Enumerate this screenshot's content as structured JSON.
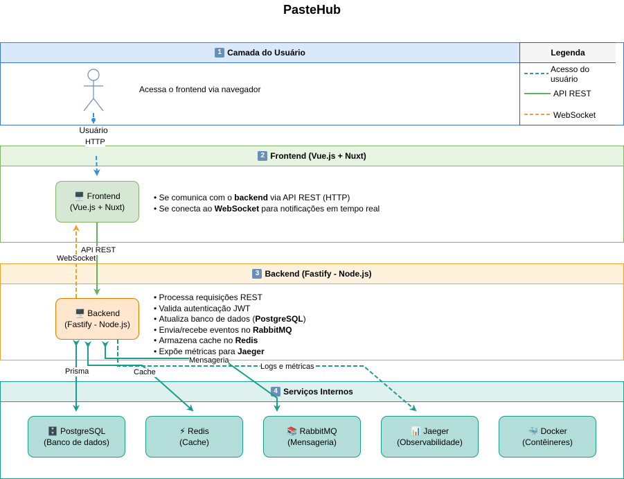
{
  "title": "PasteHub",
  "colors": {
    "rest": "#5fb55f",
    "access": "#2f8fe0",
    "websocket": "#f0a030",
    "internal": "#1a9e8c",
    "user_layer_border": "#3f78d2",
    "user_layer_head": "#dae8fc"
  },
  "layers": {
    "user": {
      "number": "1",
      "label": "Camada do Usuário",
      "note": "Acessa o frontend via navegador"
    },
    "frontend": {
      "number": "2",
      "label": "Frontend (Vue.js + Nuxt)"
    },
    "backend": {
      "number": "3",
      "label": "Backend (Fastify - Node.js)"
    },
    "services": {
      "number": "4",
      "label": "Serviços Internos"
    }
  },
  "actor": {
    "label": "Usuário",
    "icon": "person-icon"
  },
  "legend": {
    "title": "Legenda",
    "items": {
      "access": "Acesso do usuário",
      "rest": "API REST",
      "websocket": "WebSocket"
    }
  },
  "nodes": {
    "frontend": {
      "icon": "🖥️",
      "line1": "Frontend",
      "line2": "(Vue.js + Nuxt)"
    },
    "backend": {
      "icon": "🖥️",
      "line1": "Backend",
      "line2": "(Fastify - Node.js)"
    },
    "postgres": {
      "icon": "🗄️",
      "line1": "PostgreSQL",
      "line2": "(Banco de dados)"
    },
    "redis": {
      "icon": "⚡",
      "line1": "Redis",
      "line2": "(Cache)"
    },
    "rabbitmq": {
      "icon": "📚",
      "line1": "RabbitMQ",
      "line2": "(Mensageria)"
    },
    "jaeger": {
      "icon": "📊",
      "line1": "Jaeger",
      "line2": "(Observabilidade)"
    },
    "docker": {
      "icon": "🐳",
      "line1": "Docker",
      "line2": "(Contêineres)"
    }
  },
  "frontend_notes": {
    "b1": {
      "pre": "Se comunica com o ",
      "bold": "backend",
      "post": " via API REST (HTTP)"
    },
    "b2": {
      "pre": "Se conecta ao ",
      "bold": "WebSocket",
      "post": " para notificações em tempo real"
    }
  },
  "backend_notes": {
    "b1": {
      "pre": "Processa requisições REST",
      "bold": "",
      "post": ""
    },
    "b2": {
      "pre": "Valida autenticação JWT",
      "bold": "",
      "post": ""
    },
    "b3": {
      "pre": "Atualiza banco de dados (",
      "bold": "PostgreSQL",
      "post": ")"
    },
    "b4": {
      "pre": "Envia/recebe eventos no ",
      "bold": "RabbitMQ",
      "post": ""
    },
    "b5": {
      "pre": "Armazena cache no ",
      "bold": "Redis",
      "post": ""
    },
    "b6": {
      "pre": "Expõe métricas para ",
      "bold": "Jaeger",
      "post": ""
    }
  },
  "edge_labels": {
    "http": "HTTP",
    "api_rest": "API REST",
    "websocket": "WebSocket",
    "prisma": "Prisma",
    "cache": "Cache",
    "mensageria": "Mensageria",
    "logs": "Logs e métricas"
  }
}
